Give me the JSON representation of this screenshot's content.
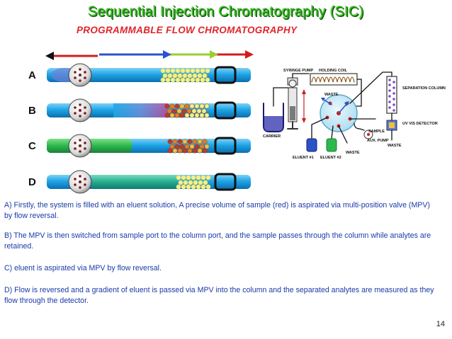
{
  "slide": {
    "title": "Sequential Injection Chromatography (SIC)",
    "subtitle": "PROGRAMMABLE FLOW CHROMATOGRAPHY",
    "page_number": "14"
  },
  "steps": [
    {
      "letter": "A",
      "text": "A)  Firstly, the system is filled with an eluent solution,  A precise volume of sample (red) is aspirated via multi-position valve (MPV) by flow reversal."
    },
    {
      "letter": "B",
      "text": "B)  The MPV is then switched from sample port to the column port, and the sample passes through the column while analytes are retained."
    },
    {
      "letter": "C",
      "text": "C)  eluent is aspirated  via MPV by flow reversal."
    },
    {
      "letter": "D",
      "text": "D)  Flow is reversed and a gradient of eluent is passed via MPV into the column and the separated analytes are measured as they flow through the detector."
    }
  ],
  "schematic": {
    "syringe_pump": "SYRINGE PUMP",
    "holding_coil": "HOLDING COIL",
    "separation_column": "SEPARATION COLUMN",
    "waste": "WASTE",
    "carrier": "CARRIER",
    "sample": "SAMPLE",
    "aux_pump": "AUX. PUMP",
    "uv_vis_detector": "UV VIS DETECTOR",
    "eluent_1": "ELUENT #1",
    "eluent_2": "ELUENT #2"
  },
  "colors": {
    "title_green": "#2ca71a",
    "subtitle_red": "#e0242a",
    "text_blue": "#1a3aa8",
    "tube_blue": "#1fa6e6"
  }
}
